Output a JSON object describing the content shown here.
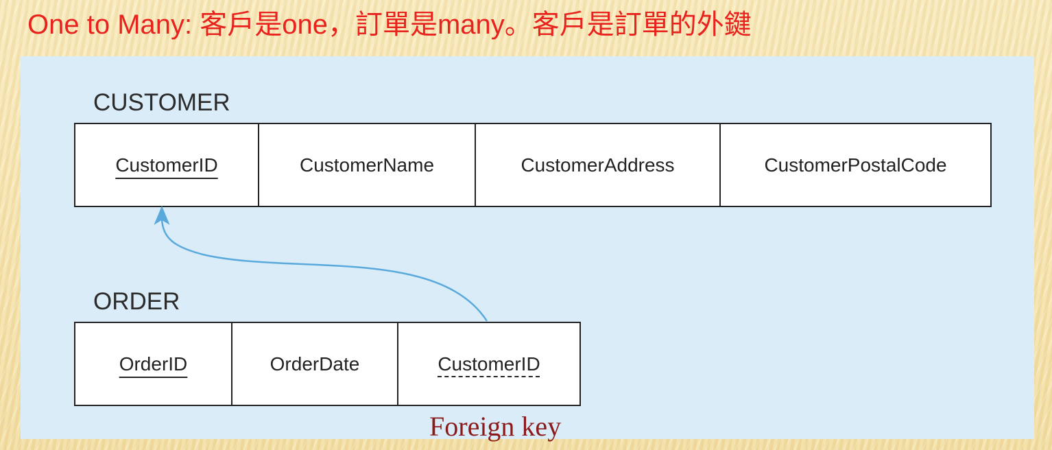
{
  "title": "One to Many: 客戶是one，訂單是many。客戶是訂單的外鍵",
  "customer_table": {
    "name": "CUSTOMER",
    "columns": [
      "CustomerID",
      "CustomerName",
      "CustomerAddress",
      "CustomerPostalCode"
    ]
  },
  "order_table": {
    "name": "ORDER",
    "columns": [
      "OrderID",
      "OrderDate",
      "CustomerID"
    ]
  },
  "foreign_key_label": "Foreign key",
  "colors": {
    "title": "#e8231e",
    "panel": "#d9ecf8",
    "arrow": "#5aa9dc",
    "foreign_key_label": "#8b1a1a"
  }
}
